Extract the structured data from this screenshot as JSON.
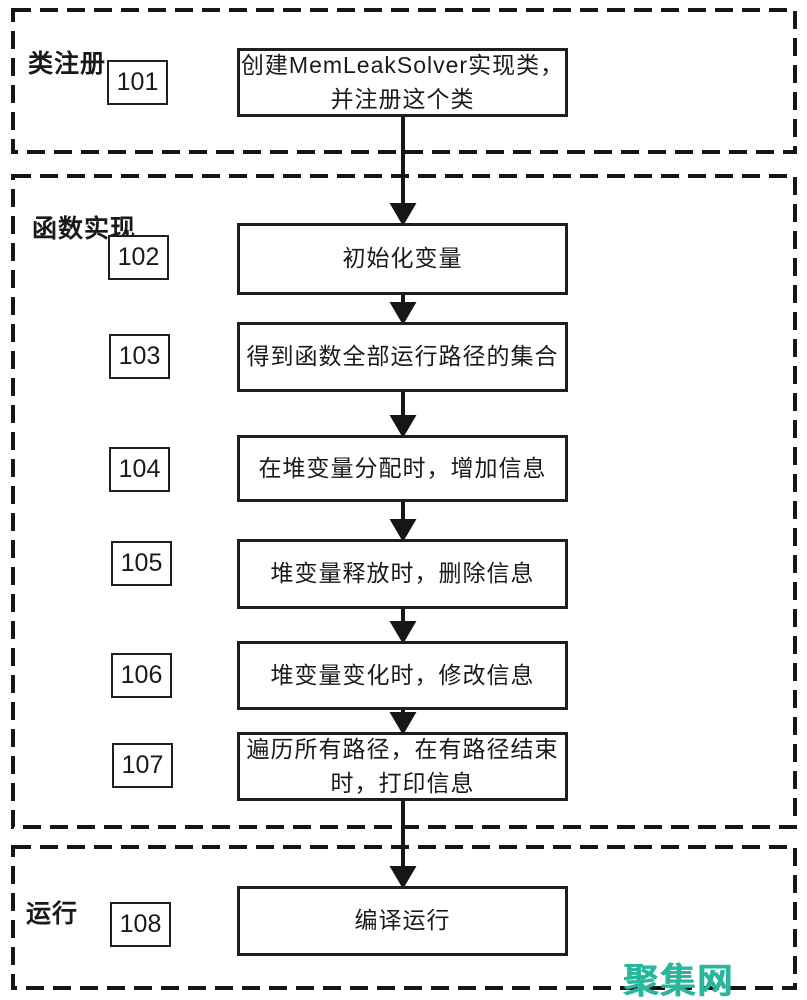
{
  "watermark": {
    "text": "聚集网",
    "color": "#2ab69a"
  },
  "colors": {
    "line": "#1a1a1a",
    "background": "#ffffff"
  },
  "sections": [
    {
      "label": "类注册",
      "steps": [
        {
          "num": "101",
          "lines": [
            "创建MemLeakSolver实现类，",
            "并注册这个类"
          ]
        }
      ]
    },
    {
      "label": "函数实现",
      "steps": [
        {
          "num": "102",
          "lines": [
            "初始化变量"
          ]
        },
        {
          "num": "103",
          "lines": [
            "得到函数全部运行路径的集合"
          ]
        },
        {
          "num": "104",
          "lines": [
            "在堆变量分配时，增加信息"
          ]
        },
        {
          "num": "105",
          "lines": [
            "堆变量释放时，删除信息"
          ]
        },
        {
          "num": "106",
          "lines": [
            "堆变量变化时，修改信息"
          ]
        },
        {
          "num": "107",
          "lines": [
            "遍历所有路径，在有路径结束",
            "时，打印信息"
          ]
        }
      ]
    },
    {
      "label": "运行",
      "steps": [
        {
          "num": "108",
          "lines": [
            "编译运行"
          ]
        }
      ]
    }
  ]
}
